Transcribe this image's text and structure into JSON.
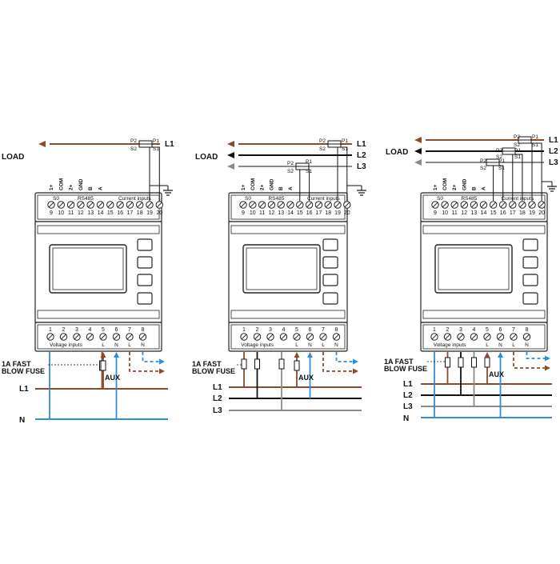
{
  "colors": {
    "brown": "#8B4A2B",
    "blue": "#2E8FD8",
    "black": "#111111",
    "gray": "#8a8a8a",
    "device_outline": "#222222"
  },
  "labels": {
    "load": "LOAD",
    "l1": "L1",
    "l2": "L2",
    "l3": "L3",
    "n": "N",
    "p1": "P1",
    "p2": "P2",
    "s1": "S1",
    "s2": "S2",
    "s0": "S0",
    "rs485": "RS485",
    "current_inputs": "Current inputs",
    "voltage_inputs": "Voltage inputs",
    "aux": "AUX",
    "fuse_line1": "1A FAST",
    "fuse_line2": "BLOW FUSE",
    "com": "COM",
    "gnd": "GND",
    "b": "B",
    "a": "A",
    "pulse1": "1+",
    "pulse2": "2+"
  },
  "top_terminals": [
    "9",
    "10",
    "11",
    "12",
    "13",
    "14",
    "15",
    "16",
    "17",
    "18",
    "19",
    "20"
  ],
  "bottom_terminals": [
    "1",
    "2",
    "3",
    "4",
    "5",
    "6",
    "7",
    "8"
  ],
  "bottom_terminal_roles": [
    "",
    "",
    "",
    "",
    "L",
    "N",
    "L",
    "N"
  ]
}
